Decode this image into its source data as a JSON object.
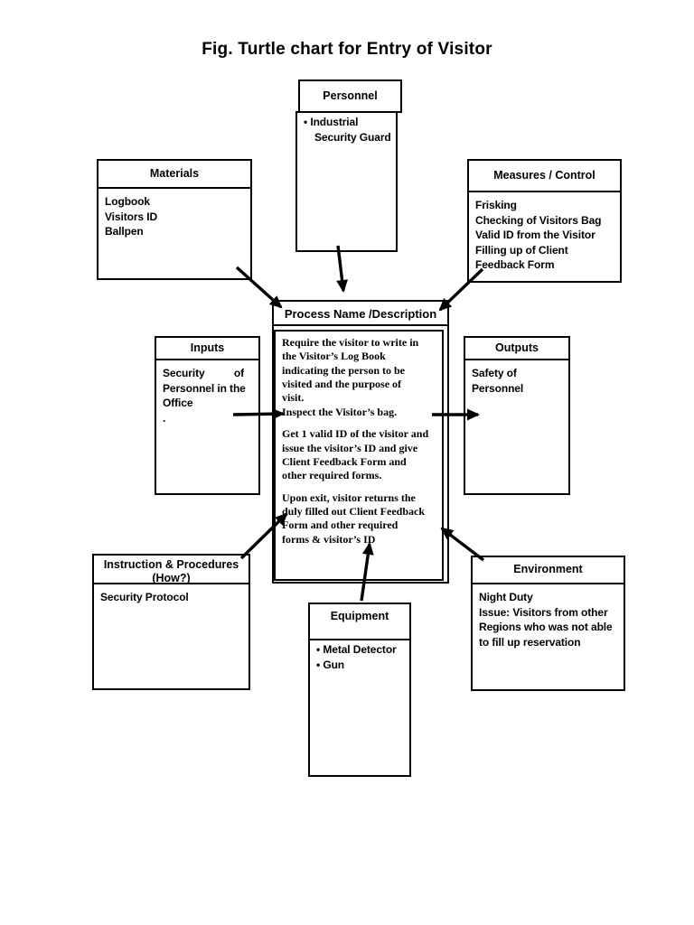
{
  "title": "Fig. Turtle chart for Entry of Visitor",
  "colors": {
    "line": "#000000",
    "background": "#ffffff",
    "text": "#000000"
  },
  "boxes": {
    "personnel": {
      "header": "Personnel",
      "items": [
        "Industrial Security Guard"
      ]
    },
    "materials": {
      "header": "Materials",
      "body": "Logbook\nVisitors ID\nBallpen"
    },
    "measures": {
      "header": "Measures / Control",
      "body": "Frisking\nChecking of Visitors Bag\nValid ID from the Visitor\nFilling up of Client\nFeedback Form"
    },
    "process": {
      "header": "Process Name /Description",
      "paragraphs": [
        "Require the visitor to write in\nthe Visitor’s Log Book\nindicating the person to be\nvisited and the purpose of\nvisit.\nInspect the Visitor’s bag.",
        "Get 1 valid ID of the visitor and\nissue the visitor’s ID and give\nClient Feedback Form and\nother required forms.",
        "Upon exit, visitor returns the\nduly filled out Client Feedback\nForm and other required\nforms & visitor’s ID"
      ]
    },
    "inputs": {
      "header": "Inputs",
      "body": "Security          of\nPersonnel in the\nOffice\n."
    },
    "outputs": {
      "header": "Outputs",
      "body": "Safety of\nPersonnel"
    },
    "instruction": {
      "header": "Instruction & Procedures\n(How?)",
      "body": "Security Protocol"
    },
    "equipment": {
      "header": "Equipment",
      "items": [
        "Metal Detector",
        "Gun"
      ]
    },
    "environment": {
      "header": "Environment",
      "body": "Night Duty\nIssue: Visitors from other\nRegions who was not able\nto fill up reservation"
    }
  }
}
